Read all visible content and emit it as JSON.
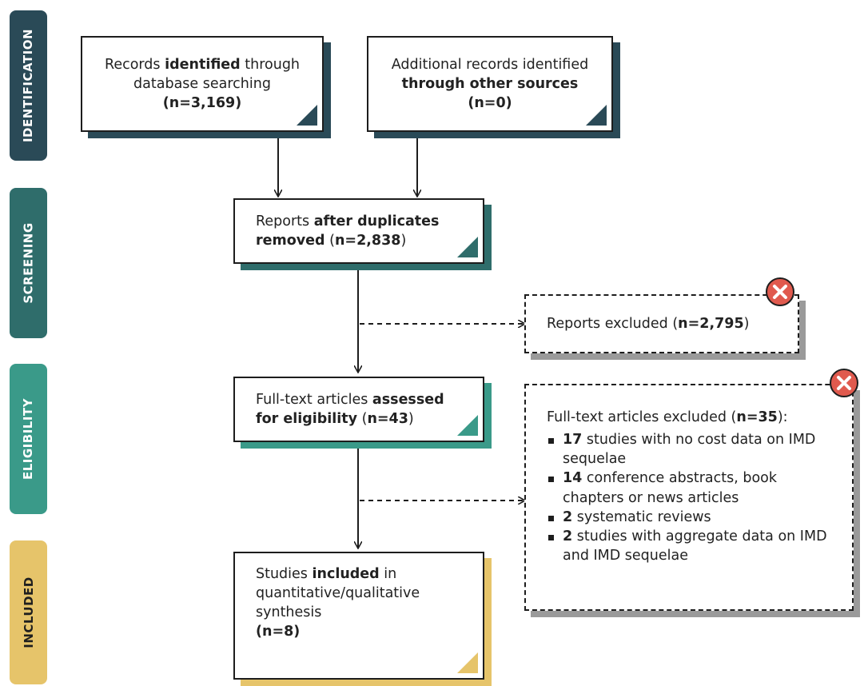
{
  "stages": [
    {
      "id": "identification",
      "label": "IDENTIFICATION",
      "color": "#2a4a57"
    },
    {
      "id": "screening",
      "label": "SCREENING",
      "color": "#2f6d6b"
    },
    {
      "id": "eligibility",
      "label": "ELIGIBILITY",
      "color": "#3a9a89"
    },
    {
      "id": "included",
      "label": "INCLUDED",
      "color": "#e6c46a"
    }
  ],
  "identified": {
    "pre": "Records ",
    "bold": "identified",
    "post": " through",
    "line2": "database searching",
    "count": "(n=3,169)"
  },
  "other_sources": {
    "line1": "Additional records identified",
    "bold": "through other sources",
    "count": "(n=0)"
  },
  "after_duplicates": {
    "pre": "Reports ",
    "bold": "after duplicates",
    "bold2": "removed",
    "count_open": " (",
    "count": "n=2,838",
    "count_close": ")"
  },
  "reports_excluded": {
    "pre": "Reports excluded (",
    "count": "n=2,795",
    "post": ")"
  },
  "assessed": {
    "pre": "Full-text articles ",
    "bold": "assessed",
    "bold2": "for eligibility",
    "count_open": " (",
    "count": "n=43",
    "count_close": ")"
  },
  "fulltext_excluded": {
    "pre": "Full-text articles excluded (",
    "count": "n=35",
    "post": "):",
    "items": [
      {
        "num": "17",
        "text": " studies with no cost data on IMD sequelae"
      },
      {
        "num": "14",
        "text": " conference abstracts, book chapters or news articles"
      },
      {
        "num": "2",
        "text": " systematic reviews"
      },
      {
        "num": "2",
        "text": " studies with aggregate data on IMD and IMD sequelae"
      }
    ]
  },
  "included": {
    "line1_pre": "Studies ",
    "line1_bold": "included",
    "line1_post": " in",
    "line2": "quantitative/qualitative",
    "line3": "synthesis",
    "count": "(n=8)"
  },
  "colors": {
    "dark": "#2a4a57",
    "teal": "#2f6d6b",
    "green": "#3a9a89",
    "gold": "#e6c46a",
    "grey": "#9a9a9a",
    "red": "#e05a4e"
  }
}
